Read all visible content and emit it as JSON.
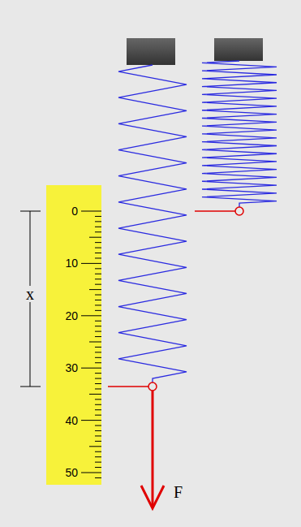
{
  "diagram": {
    "labels": [
      "0",
      "10",
      "20",
      "30",
      "40",
      "50",
      "x",
      "F"
    ]
  }
}
